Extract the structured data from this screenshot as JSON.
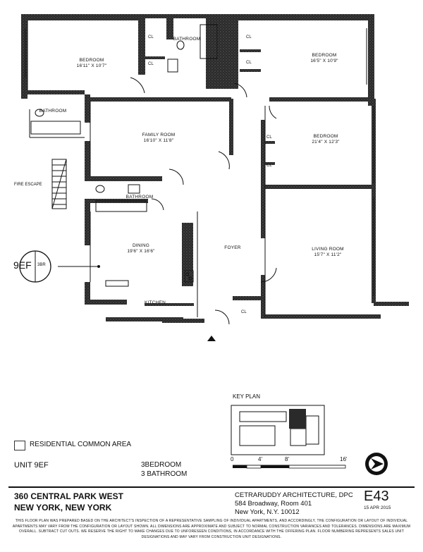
{
  "rooms": {
    "bedroom1": {
      "name": "BEDROOM",
      "dims": "16'11\" X 10'7\""
    },
    "bedroom2": {
      "name": "BEDROOM",
      "dims": "16'5\" X 10'9\""
    },
    "bedroom3": {
      "name": "BEDROOM",
      "dims": "21'4\" X 12'3\""
    },
    "family": {
      "name": "FAMILY ROOM",
      "dims": "16'10\" X 11'8\""
    },
    "dining": {
      "name": "DINING",
      "dims": "19'6\" X 16'6\""
    },
    "living": {
      "name": "LIVING ROOM",
      "dims": "15'7\" X 11'2\""
    },
    "foyer": "FOYER",
    "kitchen": "KITCHEN",
    "bath_top": "BATHROOM",
    "bath_left": "BATHROOM",
    "bath_mid": "BATHROOM",
    "closet": "CL",
    "fire_escape": "FIRE ESCAPE"
  },
  "unit_tag": {
    "unit": "9EF",
    "beds": "3BR"
  },
  "key_plan_label": "KEY PLAN",
  "legend": {
    "common_area": "RESIDENTIAL COMMON AREA"
  },
  "unit_info": {
    "unit": "UNIT 9EF",
    "bedrooms": "3BEDROOM",
    "bathrooms": "3 BATHROOM"
  },
  "scale": {
    "labels": [
      "0",
      "4'",
      "8'",
      "16'"
    ]
  },
  "building": {
    "address": "360 CENTRAL PARK WEST",
    "city": "NEW YORK, NEW YORK"
  },
  "architect": {
    "name": "CETRARUDDY ARCHITECTURE, DPC",
    "street": "584 Broadway, Room 401",
    "city": "New York, N.Y. 10012"
  },
  "sheet": {
    "id": "E43",
    "date": "15 APR 2015"
  },
  "disclaimer": "THIS FLOOR PLAN WAS PREPARED BASED ON THE ARCHITECT'S INSPECTION OF A REPRESENTATIVE SAMPLING OF INDIVIDUAL APARTMENTS, AND ACCORDINGLY, THE CONFIGURATION OR LAYOUT OF INDIVIDUAL APARTMENTS MAY VARY FROM THE CONFIGURATION OR LAYOUT SHOWN. ALL DIMENSIONS ARE APPROXIMATE AND SUBJECT TO NORMAL CONSTRUCTION VARIANCES AND TOLERANCES. DIMENSIONS ARE MAXIMUM OVERALL. SUBTRACT CUT OUTS. WE RESERVE THE RIGHT TO MAKE CHANGES DUE TO UNFORESEEN CONDITIONS, IN ACCORDANCE WITH THE OFFERING PLAN. FLOOR NUMBERING REPRESENTS SALES UNIT DESIGNATIONS AND MAY VARY FROM CONSTRUCTION UNIT DESIGNATIONS."
}
